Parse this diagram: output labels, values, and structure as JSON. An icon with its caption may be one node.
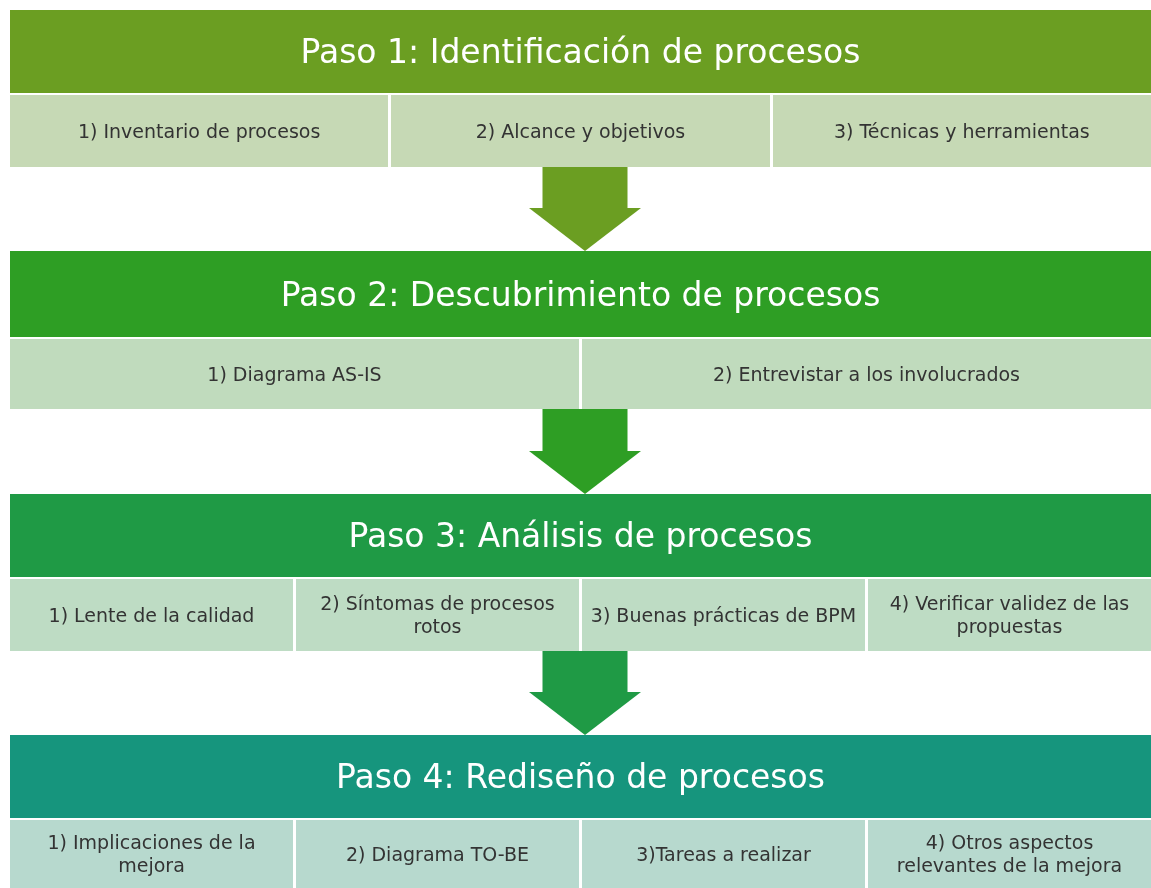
{
  "diagram": {
    "nodes": [
      {
        "text": [
          "Paso 1: Identificación de procesos"
        ]
      },
      {
        "text": [
          "1) Inventario de procesos"
        ],
        "in": 0
      },
      {
        "text": [
          "2) Alcance y objetivos"
        ],
        "in": 0
      },
      {
        "text": [
          "3) Técnicas y herramientas"
        ],
        "in": 0
      },
      {
        "text": [
          "Paso 2: Descubrimiento de procesos"
        ]
      },
      {
        "text": [
          "1) Diagrama AS-IS"
        ],
        "in": 4
      },
      {
        "text": [
          "2) Entrevistar a los involucrados"
        ],
        "in": 4
      },
      {
        "text": [
          "Paso 3: Análisis de procesos"
        ]
      },
      {
        "text": [
          "1) Lente de la calidad"
        ],
        "in": 7
      },
      {
        "text": [
          "2) Síntomas de procesos rotos"
        ],
        "in": 7
      },
      {
        "text": [
          "3) Buenas prácticas de BPM"
        ],
        "in": 7
      },
      {
        "text": [
          "4) Verificar validez de las propuestas"
        ],
        "in": 7
      },
      {
        "text": [
          "Paso 4: Rediseño de procesos"
        ]
      },
      {
        "text": [
          "1) Implicaciones de la mejora"
        ],
        "in": 12
      },
      {
        "text": [
          "2) Diagrama TO-BE"
        ],
        "in": 12
      },
      {
        "text": [
          "3)Tareas a realizar"
        ],
        "in": 12
      },
      {
        "text": [
          "4) Otros aspectos relevantes de la mejora"
        ],
        "in": 12
      }
    ],
    "edges": [
      {
        "from": 0,
        "to": 4,
        "arrow": "to",
        "color": "#6b9e22"
      },
      {
        "from": 4,
        "to": 7,
        "arrow": "to",
        "color": "#2e9e24"
      },
      {
        "from": 7,
        "to": 12,
        "arrow": "to",
        "color": "#1f9a45"
      }
    ]
  }
}
